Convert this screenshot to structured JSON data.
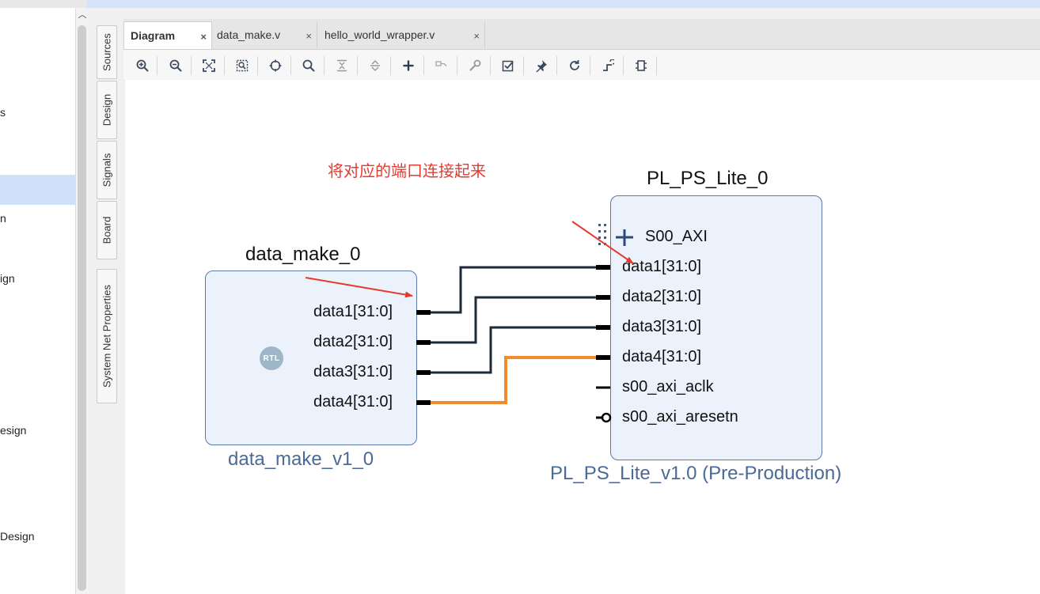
{
  "left_nav": {
    "items": [
      "s",
      "n",
      "ign",
      "esign",
      "Design"
    ]
  },
  "side_tabs": [
    "Sources",
    "Design",
    "Signals",
    "Board",
    "System Net Properties"
  ],
  "tabs": [
    {
      "label": "Diagram",
      "close": "×",
      "active": true
    },
    {
      "label": "data_make.v",
      "close": "×",
      "active": false
    },
    {
      "label": "hello_world_wrapper.v",
      "close": "×",
      "active": false
    }
  ],
  "toolbar": {
    "icons": [
      "zoom-in-icon",
      "zoom-out-icon",
      "fit-view-icon",
      "zoom-area-icon",
      "center-icon",
      "search-icon",
      "collapse-icon",
      "expand-icon",
      "add-ip-icon",
      "make-connection-icon",
      "properties-icon",
      "validate-icon",
      "pin-icon",
      "regenerate-icon",
      "optimize-routing-icon",
      "address-icon"
    ]
  },
  "annotation": "将对应的端口连接起来",
  "blocks": {
    "data_make": {
      "name": "data_make_0",
      "subtitle": "data_make_v1_0",
      "badge": "RTL",
      "ports": [
        "data1[31:0]",
        "data2[31:0]",
        "data3[31:0]",
        "data4[31:0]"
      ]
    },
    "pl_ps_lite": {
      "name": "PL_PS_Lite_0",
      "subtitle": "PL_PS_Lite_v1.0 (Pre-Production)",
      "interface": "S00_AXI",
      "ports": [
        "data1[31:0]",
        "data2[31:0]",
        "data3[31:0]",
        "data4[31:0]",
        "s00_axi_aclk",
        "s00_axi_aresetn"
      ]
    }
  },
  "colors": {
    "wire_default": "#1c2a3a",
    "wire_selected": "#f28a2e",
    "annotation": "#e8392f",
    "block_fill": "#ebf2fc",
    "block_border": "#5b7aa6"
  }
}
